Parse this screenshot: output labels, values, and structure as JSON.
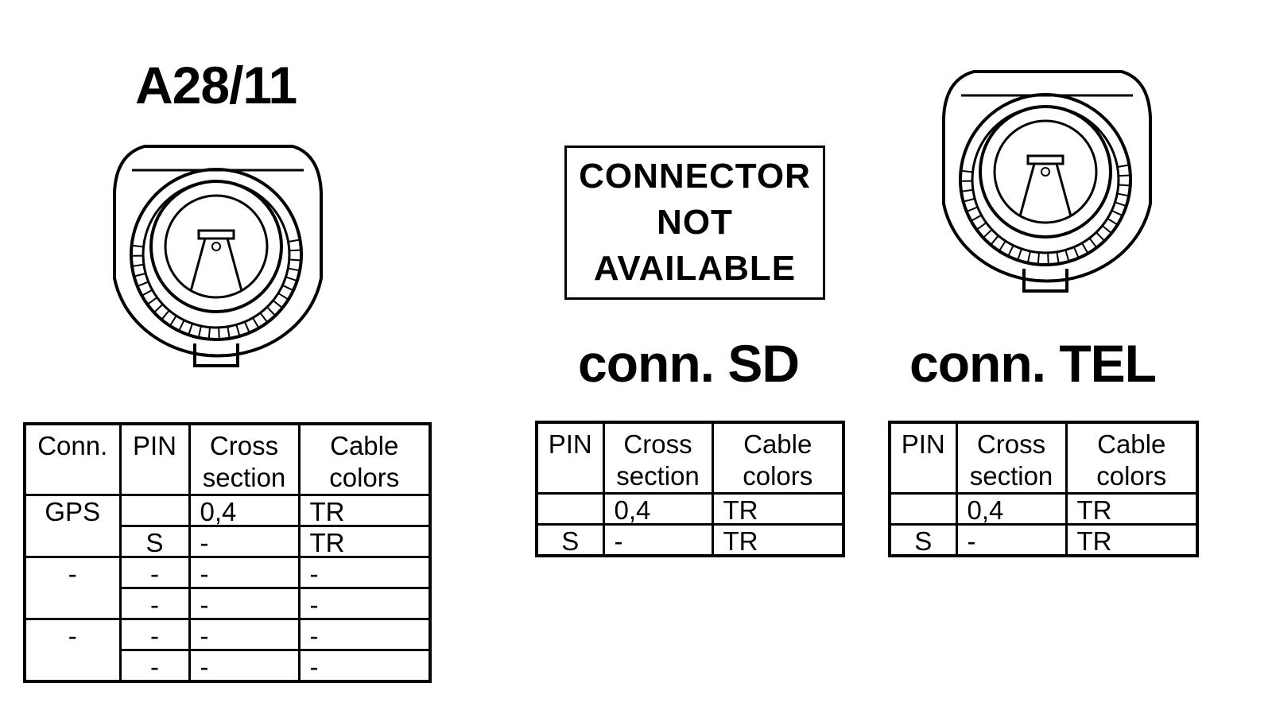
{
  "connector_a28": {
    "title": "A28/11",
    "table": {
      "headers": [
        [
          "Conn."
        ],
        [
          "PIN"
        ],
        [
          "Cross",
          "section"
        ],
        [
          "Cable",
          "colors"
        ]
      ],
      "groups": [
        {
          "conn": "GPS",
          "rows": [
            {
              "pin": "",
              "section": "0,4",
              "color": "TR"
            },
            {
              "pin": "S",
              "section": "-",
              "color": "TR"
            }
          ]
        },
        {
          "conn": "-",
          "rows": [
            {
              "pin": "-",
              "section": "-",
              "color": "-"
            },
            {
              "pin": "-",
              "section": "-",
              "color": "-"
            }
          ]
        },
        {
          "conn": "-",
          "rows": [
            {
              "pin": "-",
              "section": "-",
              "color": "-"
            },
            {
              "pin": "-",
              "section": "-",
              "color": "-"
            }
          ]
        }
      ]
    }
  },
  "connector_sd": {
    "title": "conn. SD",
    "notice": [
      "CONNECTOR",
      "NOT",
      "AVAILABLE"
    ],
    "table": {
      "headers": [
        [
          "PIN"
        ],
        [
          "Cross",
          "section"
        ],
        [
          "Cable",
          "colors"
        ]
      ],
      "rows": [
        {
          "pin": "",
          "section": "0,4",
          "color": "TR"
        },
        {
          "pin": "S",
          "section": "-",
          "color": "TR"
        }
      ]
    }
  },
  "connector_tel": {
    "title": "conn. TEL",
    "table": {
      "headers": [
        [
          "PIN"
        ],
        [
          "Cross",
          "section"
        ],
        [
          "Cable",
          "colors"
        ]
      ],
      "rows": [
        {
          "pin": "",
          "section": "0,4",
          "color": "TR"
        },
        {
          "pin": "S",
          "section": "-",
          "color": "TR"
        }
      ]
    }
  }
}
